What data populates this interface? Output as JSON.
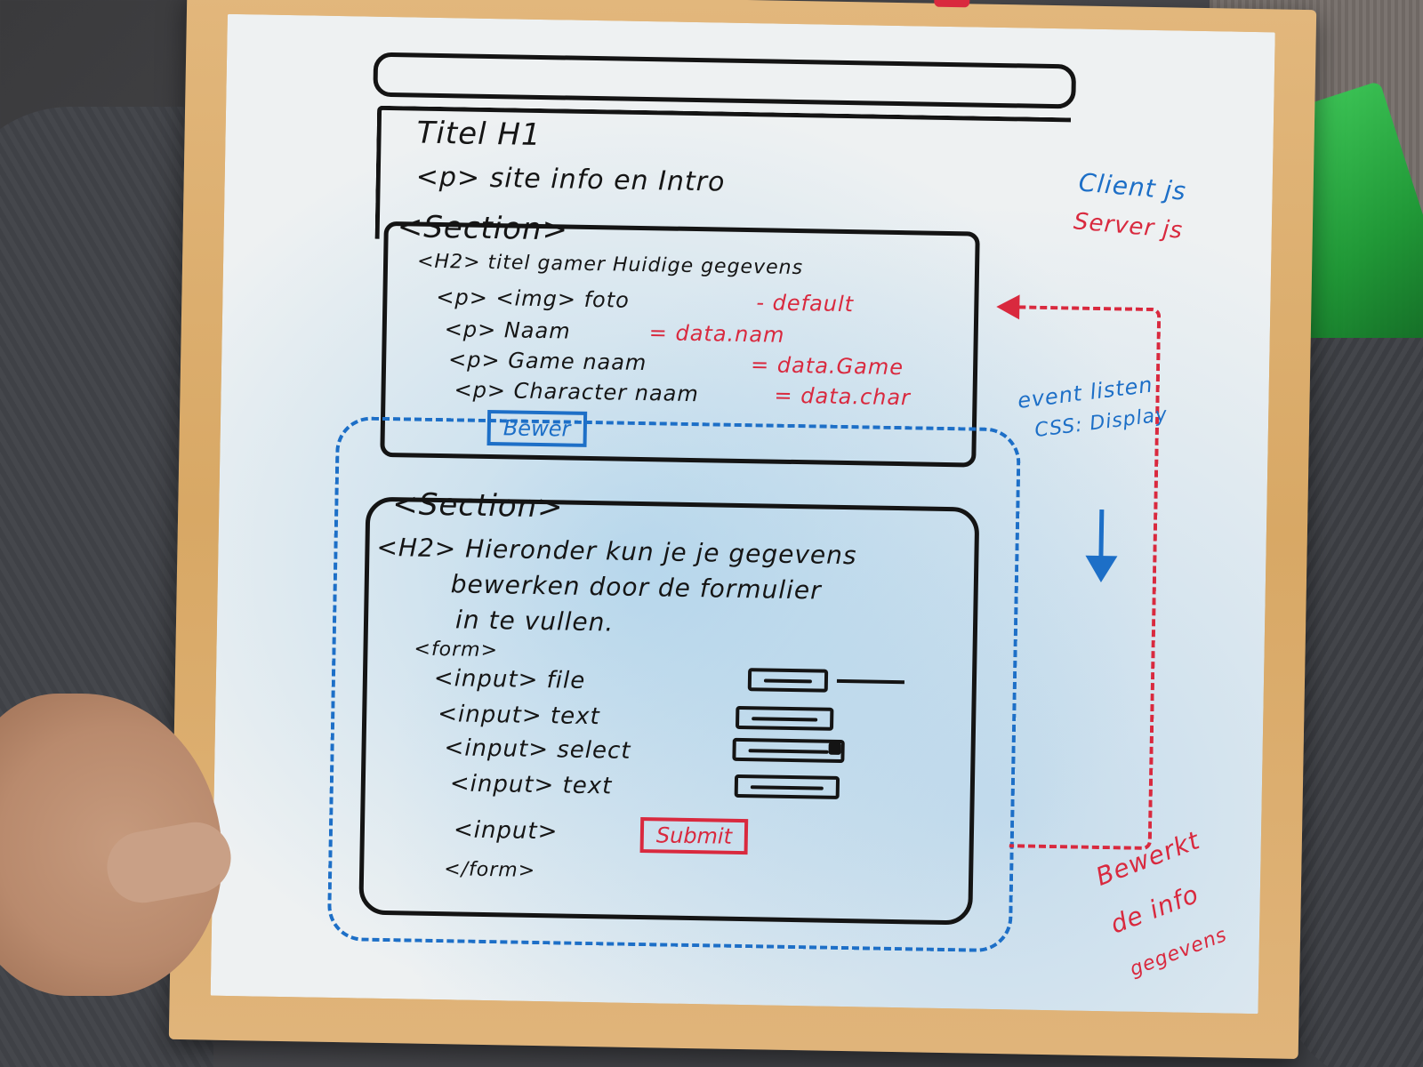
{
  "board": {
    "title": "Titel H1",
    "intro": "<p> site info en Intro",
    "section1": {
      "tag": "<Section>",
      "h2": "<H2> titel gamer  Huidige gegevens",
      "line1": "<p> <img>  foto",
      "line1_note": "- default",
      "line2": "<p> Naam",
      "line2_note": "= data.nam",
      "line3": "<p> Game naam",
      "line3_note": "= data.Game",
      "line4": "<p> Character naam",
      "line4_note": "= data.char",
      "button": "Bewer"
    },
    "section2": {
      "tag": "<Section>",
      "h2_line1": "<H2> Hieronder kun je je gegevens",
      "h2_line2": "bewerken door de formulier",
      "h2_line3": "in te vullen.",
      "form_open": "<form>",
      "input1": "<input> file",
      "input2": "<input> text",
      "input3": "<input> select",
      "input4": "<input> text",
      "input5": "<input>",
      "submit": "Submit",
      "form_close": "</form>"
    },
    "legend": {
      "client": "Client js",
      "server": "Server js"
    },
    "notes": {
      "event1": "event listen",
      "event2": "CSS: Display",
      "save1": "Bewerkt",
      "save2": "de info",
      "save3": "gegevens"
    }
  },
  "colors": {
    "marker_black": "#151515",
    "marker_red": "#d9293e",
    "marker_blue": "#1d6fc7",
    "board": "#eef1f2",
    "frame": "#d8a865"
  }
}
